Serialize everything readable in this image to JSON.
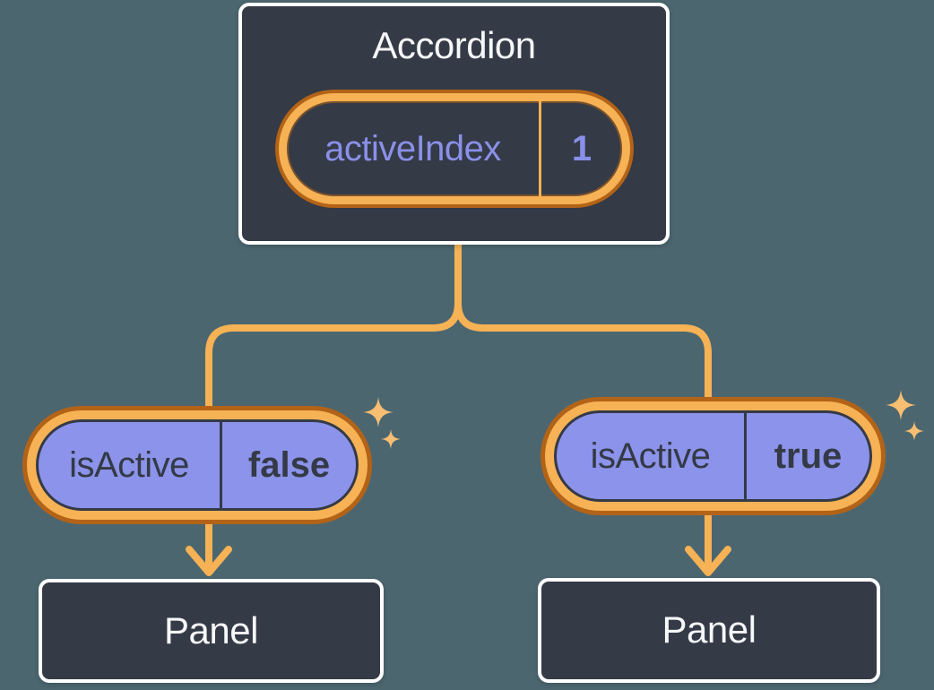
{
  "colors": {
    "bg": "#4C6670",
    "card_bg": "#343A46",
    "card_border": "#FFFFFF",
    "text_light": "#F6F7F9",
    "text_dark": "#343A46",
    "orange_light": "#F6B254",
    "orange_dark": "#B36317",
    "sparkle": "#F8BE71",
    "purple_fill": "#8C93EA",
    "purple_text": "#8A90E8"
  },
  "icons": {
    "sparkle": "four-point-star"
  },
  "diagram": {
    "root": {
      "title": "Accordion",
      "state": {
        "name": "activeIndex",
        "value": "1"
      }
    },
    "children": [
      {
        "prop_name": "isActive",
        "prop_value": "false",
        "panel_label": "Panel"
      },
      {
        "prop_name": "isActive",
        "prop_value": "true",
        "panel_label": "Panel"
      }
    ]
  }
}
